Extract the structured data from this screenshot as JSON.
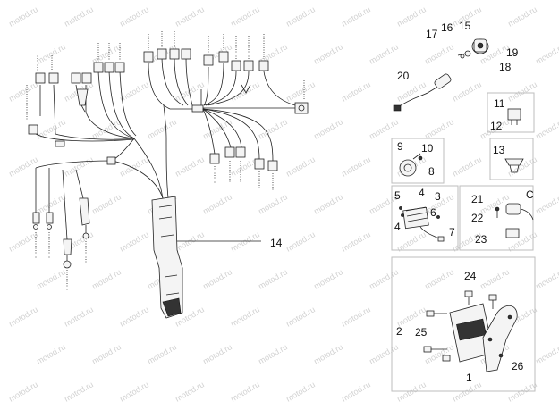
{
  "watermark": "motod.ru",
  "callouts": {
    "c1": "1",
    "c2": "2",
    "c3": "3",
    "c4a": "4",
    "c4b": "4",
    "c5": "5",
    "c6": "6",
    "c7": "7",
    "c8": "8",
    "c9": "9",
    "c10": "10",
    "c11": "11",
    "c12": "12",
    "c13": "13",
    "c14": "14",
    "c15": "15",
    "c16": "16",
    "c17": "17",
    "c18": "18",
    "c19": "19",
    "c20": "20",
    "c21": "21",
    "c22": "22",
    "c23": "23",
    "c24": "24",
    "c25": "25",
    "c26": "26",
    "cC": "C"
  },
  "colors": {
    "line": "#222222",
    "box_border": "#bdbdbd",
    "watermark": "#d2d2d2"
  }
}
